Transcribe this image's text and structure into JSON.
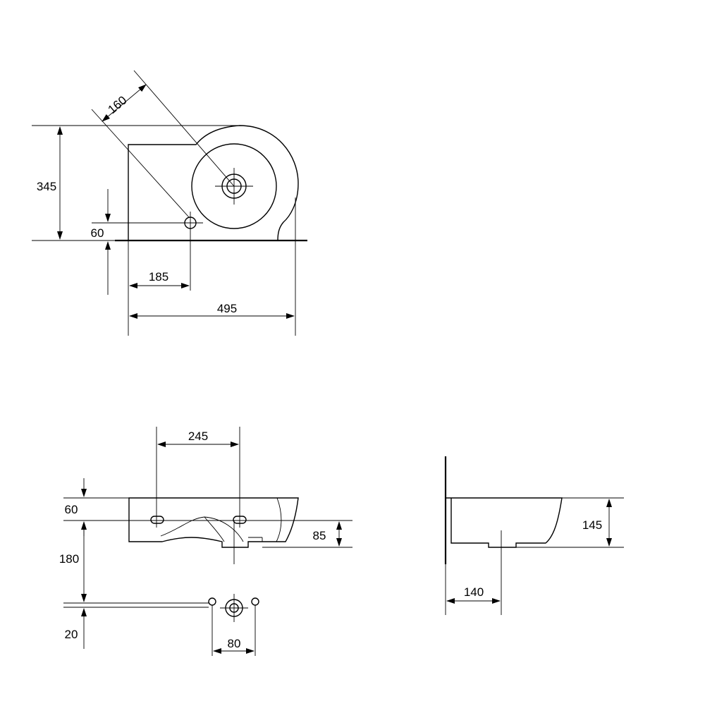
{
  "dimensions": {
    "top_view": {
      "diag": "160",
      "height": "345",
      "offset": "60",
      "hole_dist": "185",
      "width": "495"
    },
    "front_view": {
      "tap_spacing": "245",
      "top_offset": "60",
      "drop": "180",
      "bottom": "20",
      "waste_height": "85",
      "waste_spacing": "80"
    },
    "side_view": {
      "height": "145",
      "depth": "140"
    }
  }
}
